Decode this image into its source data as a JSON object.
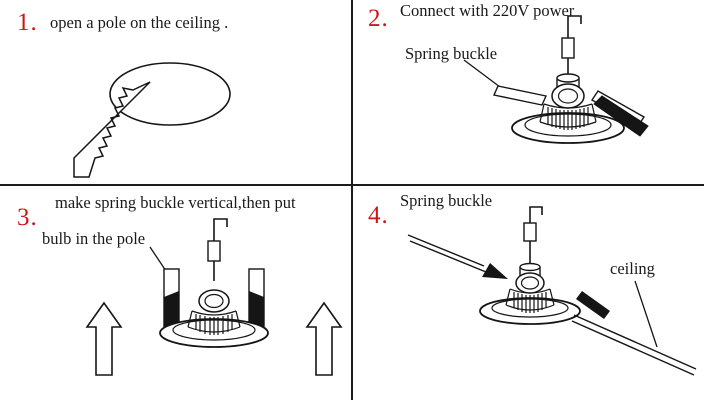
{
  "accent_color": "#cb1717",
  "panels": {
    "p1": {
      "number": "1.",
      "caption": "open a pole on the ceiling ."
    },
    "p2": {
      "number": "2.",
      "title": "Connect with 220V power",
      "spring_label": "Spring buckle"
    },
    "p3": {
      "number": "3.",
      "caption_line1": "make spring buckle vertical,then put",
      "caption_line2": "bulb in the pole"
    },
    "p4": {
      "number": "4.",
      "spring_label": "Spring buckle",
      "ceiling_label": "ceiling"
    }
  }
}
